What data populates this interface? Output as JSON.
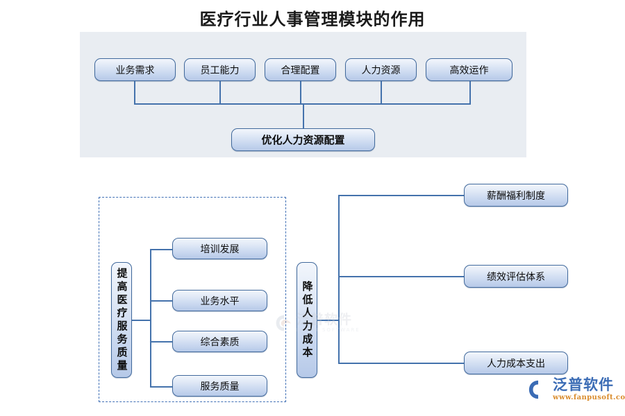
{
  "page": {
    "title": "医疗行业人事管理模块的作用"
  },
  "top_diagram": {
    "inputs": [
      {
        "label": "业务需求"
      },
      {
        "label": "员工能力"
      },
      {
        "label": "合理配置"
      },
      {
        "label": "人力资源"
      },
      {
        "label": "高效运作"
      }
    ],
    "result": {
      "label": "优化人力资源配置"
    }
  },
  "bottom_left_group": {
    "root": {
      "label": "提高医疗服务质量"
    },
    "children": [
      {
        "label": "培训发展"
      },
      {
        "label": "业务水平"
      },
      {
        "label": "综合素质"
      },
      {
        "label": "服务质量"
      }
    ]
  },
  "bottom_right_group": {
    "root": {
      "label": "降低人力成本"
    },
    "children": [
      {
        "label": "薪酬福利制度"
      },
      {
        "label": "绩效评估体系"
      },
      {
        "label": "人力成本支出"
      }
    ]
  },
  "watermark": {
    "center_cn": "泛普软件",
    "center_en": "FANPU SOFTWARE"
  },
  "logo": {
    "name": "泛普软件",
    "url": "www.fanpusoft.com"
  },
  "colors": {
    "panel_bg": "#e9edf2",
    "node_border": "#41699c",
    "connector": "#4472ac",
    "dashed_border": "#3f6fb5",
    "logo_blue": "#3b6cb5",
    "logo_orange": "#d98b2b"
  }
}
